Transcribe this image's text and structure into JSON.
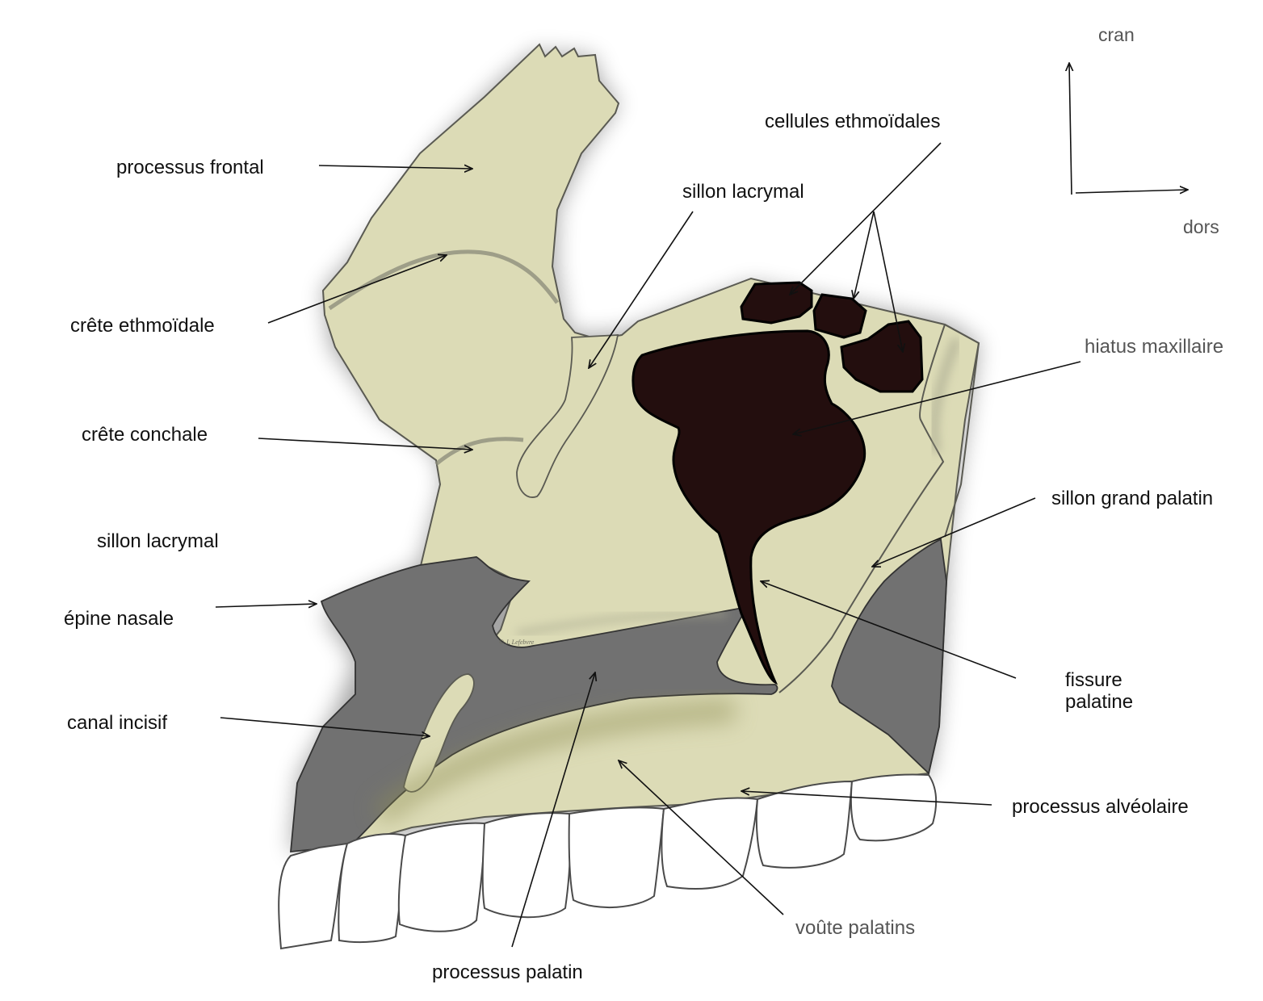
{
  "orientation": {
    "cranial": "cran",
    "dorsal": "dors"
  },
  "labels": {
    "processus_frontal": "processus frontal",
    "crete_ethmoidale": "crête ethmoïdale",
    "crete_conchale": "crête conchale",
    "sillon_lacrymal_left": "sillon lacrymal",
    "epine_nasale": "épine nasale",
    "canal_incisif": "canal incisif",
    "processus_palatin": "processus palatin",
    "sillon_lacrymal_top": "sillon lacrymal",
    "cellules_ethmoidales": "cellules ethmoïdales",
    "hiatus_maxillaire": "hiatus maxillaire",
    "sillon_grand_palatin": "sillon grand palatin",
    "fissure_palatine_line1": "fissure",
    "fissure_palatine_line2": "palatine",
    "processus_alveolaire": "processus alvéolaire",
    "voute_palatins": "voûte palatins"
  },
  "signature": "© J. Lefebvre",
  "colors": {
    "bone": "#dcdbb6",
    "bone_outline": "#5a5a52",
    "palatine_grey": "#717171",
    "sinus": "#230e0e",
    "teeth": "#ffffff",
    "text": "#111111",
    "text_grey": "#555555"
  }
}
